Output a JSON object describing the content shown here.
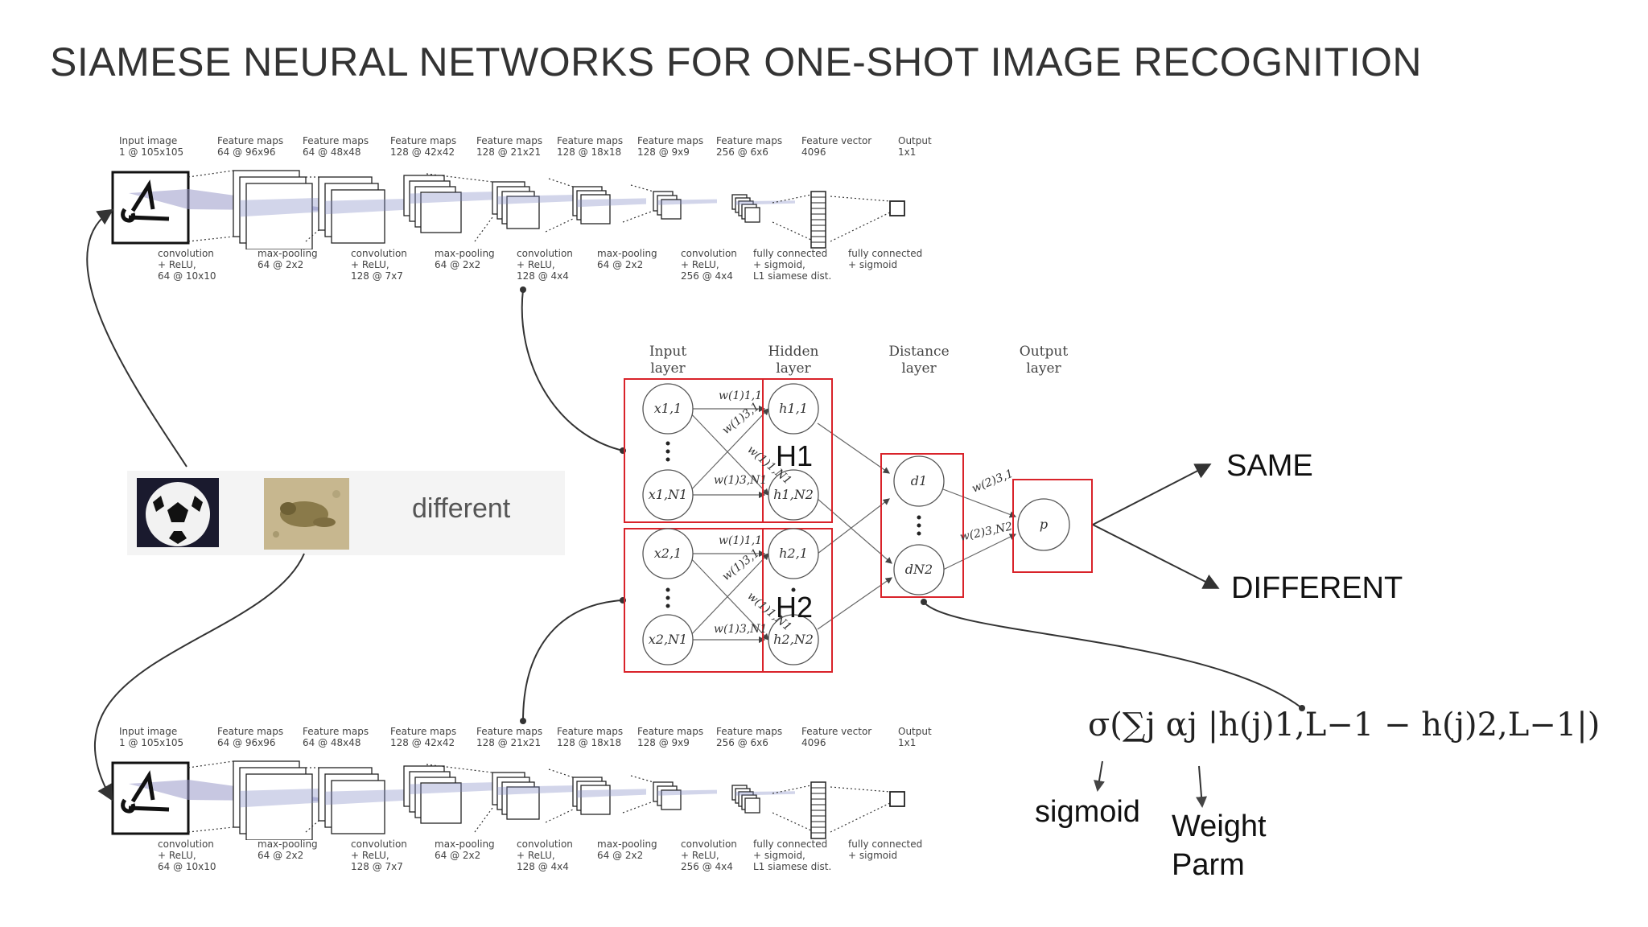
{
  "slide": {
    "title": "SIAMESE NEURAL NETWORKS FOR ONE-SHOT IMAGE RECOGNITION",
    "different_word": "different"
  },
  "cnn": {
    "top_labels": [
      [
        "Input image",
        "1 @ 105x105"
      ],
      [
        "Feature maps",
        "64 @ 96x96"
      ],
      [
        "Feature maps",
        "64 @ 48x48"
      ],
      [
        "Feature maps",
        "128 @ 42x42"
      ],
      [
        "Feature maps",
        "128 @ 21x21"
      ],
      [
        "Feature maps",
        "128 @ 18x18"
      ],
      [
        "Feature maps",
        "128 @ 9x9"
      ],
      [
        "Feature maps",
        "256 @ 6x6"
      ],
      [
        "Feature vector",
        "4096"
      ],
      [
        "Output",
        "1x1"
      ]
    ],
    "bottom_labels": [
      [
        "convolution",
        "+ ReLU,",
        "64 @ 10x10"
      ],
      [
        "max-pooling",
        "64 @ 2x2"
      ],
      [
        "convolution",
        "+ ReLU,",
        "128 @ 7x7"
      ],
      [
        "max-pooling",
        "64 @ 2x2"
      ],
      [
        "convolution",
        "+ ReLU,",
        "128 @ 4x4"
      ],
      [
        "max-pooling",
        "64 @ 2x2"
      ],
      [
        "convolution",
        "+ ReLU,",
        "256 @ 4x4"
      ],
      [
        "fully connected",
        "+ sigmoid,",
        "L1 siamese dist."
      ],
      [
        "fully connected",
        "+ sigmoid"
      ]
    ]
  },
  "network": {
    "layer_titles": {
      "input": [
        "Input",
        "layer"
      ],
      "hidden": [
        "Hidden",
        "layer"
      ],
      "distance": [
        "Distance",
        "layer"
      ],
      "output": [
        "Output",
        "layer"
      ]
    },
    "nodes": {
      "x11": "x1,1",
      "x1n": "x1,N1",
      "x21": "x2,1",
      "x2n": "x2,N1",
      "h11": "h1,1",
      "h1n": "h1,N2",
      "h21": "h2,1",
      "h2n": "h2,N2",
      "d1": "d1",
      "dn": "dN2",
      "p": "p"
    },
    "weights": {
      "w11": "w(1)1,1",
      "w31": "w(1)3,1",
      "w1n": "w(1)1,N1",
      "w3n": "w(1)3,N1",
      "w2_31": "w(2)3,1",
      "w2_3n": "w(2)3,N2"
    },
    "group_labels": {
      "h1": "H1",
      "h2": "H2"
    },
    "colors": {
      "highlight": "#d9232a",
      "line": "#555555"
    }
  },
  "outputs": {
    "same": "SAME",
    "different": "DIFFERENT"
  },
  "formula": {
    "text": "σ(∑j αj |h(j)1,L−1 − h(j)2,L−1|)",
    "sigmoid_label": "sigmoid",
    "weight_label_line1": "Weight",
    "weight_label_line2": "Parm"
  }
}
